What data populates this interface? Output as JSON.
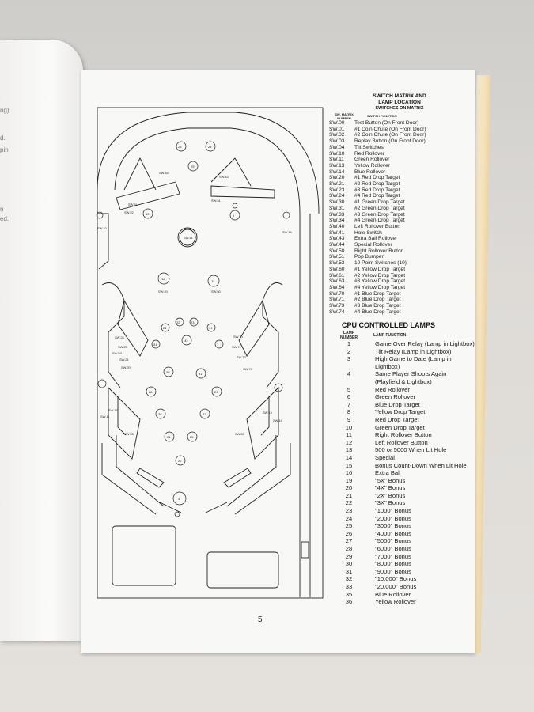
{
  "left_page": {
    "fragments": [
      "ng)",
      "d.",
      "pin",
      "",
      "n",
      "ed."
    ]
  },
  "diagram": {
    "labels": [
      "SW.10",
      "SW.11",
      "SW.12",
      "SW.13",
      "SW.14",
      "SW.20",
      "SW.21",
      "SW.22",
      "SW.23",
      "SW.24",
      "SW.30",
      "SW.31",
      "SW.33",
      "SW.34",
      "SW.40",
      "SW.41",
      "SW.43",
      "SW.44",
      "SW.50",
      "SW.51",
      "SW.52",
      "SW.53",
      "SW.60",
      "SW.61",
      "SW.63",
      "SW.64",
      "SW.70",
      "SW.71",
      "SW.72",
      "SW.73",
      "SW.74"
    ],
    "lamp_numbers": [
      "15",
      "16",
      "17",
      "18",
      "19",
      "20",
      "21",
      "22",
      "23",
      "24",
      "25",
      "26",
      "27",
      "28",
      "29",
      "30",
      "31",
      "32",
      "33",
      "35",
      "36",
      "2",
      "3",
      "4",
      "5",
      "6",
      "7",
      "8",
      "9",
      "10",
      "11",
      "12",
      "13",
      "14"
    ]
  },
  "switch_matrix": {
    "title": "SWITCH MATRIX AND",
    "title2": "LAMP LOCATION",
    "subtitle": "SWITCHES ON MATRIX",
    "col_number": "SW. MATRIX NUMBER",
    "col_function": "SWITCH FUNCTION",
    "rows": [
      {
        "n": "SW.00",
        "f": "Test Button (On Front Door)"
      },
      {
        "n": "SW.01",
        "f": "#1 Coin Chute (On Front Door)"
      },
      {
        "n": "SW.02",
        "f": "#2 Coin Chute (On Front Door)"
      },
      {
        "n": "SW.03",
        "f": "Replay Button (On Front Door)"
      },
      {
        "n": "SW.04",
        "f": "Tilt Switches"
      },
      {
        "n": "SW.10",
        "f": "Red Rollover"
      },
      {
        "n": "SW.11",
        "f": "Green Rollover"
      },
      {
        "n": "SW.13",
        "f": "Yellow Rollover"
      },
      {
        "n": "SW.14",
        "f": "Blue Rollover"
      },
      {
        "n": "SW.20",
        "f": "#1 Red Drop Target"
      },
      {
        "n": "SW.21",
        "f": "#2 Red Drop Target"
      },
      {
        "n": "SW.23",
        "f": "#3 Red Drop Target"
      },
      {
        "n": "SW.24",
        "f": "#4 Red Drop Target"
      },
      {
        "n": "SW.30",
        "f": "#1 Green Drop Target"
      },
      {
        "n": "SW.31",
        "f": "#2 Green Drop Target"
      },
      {
        "n": "SW.33",
        "f": "#3 Green Drop Target"
      },
      {
        "n": "SW.34",
        "f": "#4 Green Drop Target"
      },
      {
        "n": "SW.40",
        "f": "Left Rollover Button"
      },
      {
        "n": "SW.41",
        "f": "Hole Switch"
      },
      {
        "n": "SW.43",
        "f": "Extra Ball Rollover"
      },
      {
        "n": "SW.44",
        "f": "Special Rollover"
      },
      {
        "n": "SW.50",
        "f": "Right Rollover Button"
      },
      {
        "n": "SW.51",
        "f": "Pop Bumper"
      },
      {
        "n": "SW.53",
        "f": "10 Point Switches (10)"
      },
      {
        "n": "SW.60",
        "f": "#1 Yellow Drop Target"
      },
      {
        "n": "SW.61",
        "f": "#2 Yellow Drop Target"
      },
      {
        "n": "SW.63",
        "f": "#3 Yellow Drop Target"
      },
      {
        "n": "SW.64",
        "f": "#4 Yellow Drop Target"
      },
      {
        "n": "SW.70",
        "f": "#1 Blue Drop Target"
      },
      {
        "n": "SW.71",
        "f": "#2 Blue Drop Target"
      },
      {
        "n": "SW.73",
        "f": "#3 Blue Drop Target"
      },
      {
        "n": "SW.74",
        "f": "#4 Blue Drop Target"
      }
    ]
  },
  "lamps": {
    "title": "CPU CONTROLLED LAMPS",
    "col_number": "LAMP NUMBER",
    "col_function": "LAMP FUNCTION",
    "rows": [
      {
        "n": "1",
        "f": "Game Over Relay (Lamp in Lightbox)"
      },
      {
        "n": "2",
        "f": "Tilt Relay (Lamp in Lightbox)"
      },
      {
        "n": "3",
        "f": "High Game to Date (Lamp in"
      },
      {
        "n": "",
        "f": "Lightbox)"
      },
      {
        "n": "4",
        "f": "Same Player Shoots Again"
      },
      {
        "n": "",
        "f": "(Playfield & Lightbox)"
      },
      {
        "n": "5",
        "f": "Red Rollover"
      },
      {
        "n": "6",
        "f": "Green Rollover"
      },
      {
        "n": "7",
        "f": "Blue Drop Target"
      },
      {
        "n": "8",
        "f": "Yellow Drop Target"
      },
      {
        "n": "9",
        "f": "Red Drop Target"
      },
      {
        "n": "10",
        "f": "Green Drop Target"
      },
      {
        "n": "11",
        "f": "Right Rollover Button"
      },
      {
        "n": "12",
        "f": "Left Rollover Button"
      },
      {
        "n": "13",
        "f": "500 or 5000 When Lit Hole"
      },
      {
        "n": "14",
        "f": "Special"
      },
      {
        "n": "15",
        "f": "Bonus Count-Down When Lit Hole"
      },
      {
        "n": "16",
        "f": "Extra Ball"
      },
      {
        "n": "19",
        "f": "\"5X\" Bonus"
      },
      {
        "n": "20",
        "f": "\"4X\" Bonus"
      },
      {
        "n": "21",
        "f": "\"2X\" Bonus"
      },
      {
        "n": "22",
        "f": "\"3X\" Bonus"
      },
      {
        "n": "23",
        "f": "\"1000\" Bonus"
      },
      {
        "n": "24",
        "f": "\"2000\" Bonus"
      },
      {
        "n": "25",
        "f": "\"3000\" Bonus"
      },
      {
        "n": "26",
        "f": "\"4000\" Bonus"
      },
      {
        "n": "27",
        "f": "\"5000\" Bonus"
      },
      {
        "n": "28",
        "f": "\"6000\" Bonus"
      },
      {
        "n": "29",
        "f": "\"7000\" Bonus"
      },
      {
        "n": "30",
        "f": "\"8000\" Bonus"
      },
      {
        "n": "31",
        "f": "\"9000\" Bonus"
      },
      {
        "n": "32",
        "f": "\"10,000\" Bonus"
      },
      {
        "n": "33",
        "f": "\"20,000\" Bonus"
      },
      {
        "n": "35",
        "f": "Blue Rollover"
      },
      {
        "n": "36",
        "f": "Yellow Rollover"
      }
    ]
  },
  "page_number": "5"
}
